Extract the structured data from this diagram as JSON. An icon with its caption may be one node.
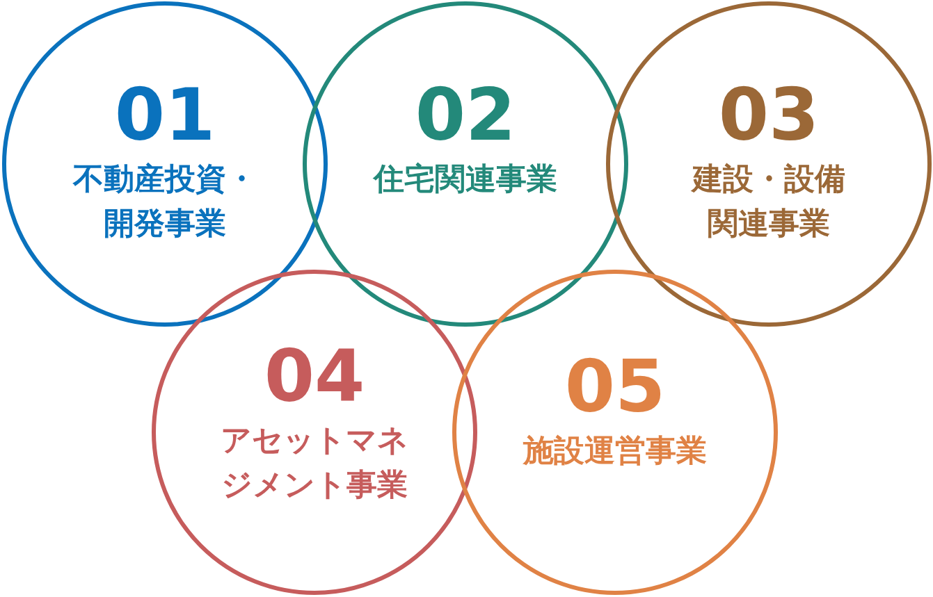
{
  "diagram": {
    "nodes": [
      {
        "text": [
          "01",
          "不動産投資・開発事業"
        ]
      },
      {
        "text": [
          "02",
          "住宅関連事業"
        ]
      },
      {
        "text": [
          "03",
          "建設・設備関連事業"
        ]
      },
      {
        "text": [
          "04",
          "アセットマネジメント事業"
        ]
      },
      {
        "text": [
          "05",
          "施設運営事業"
        ]
      }
    ]
  }
}
